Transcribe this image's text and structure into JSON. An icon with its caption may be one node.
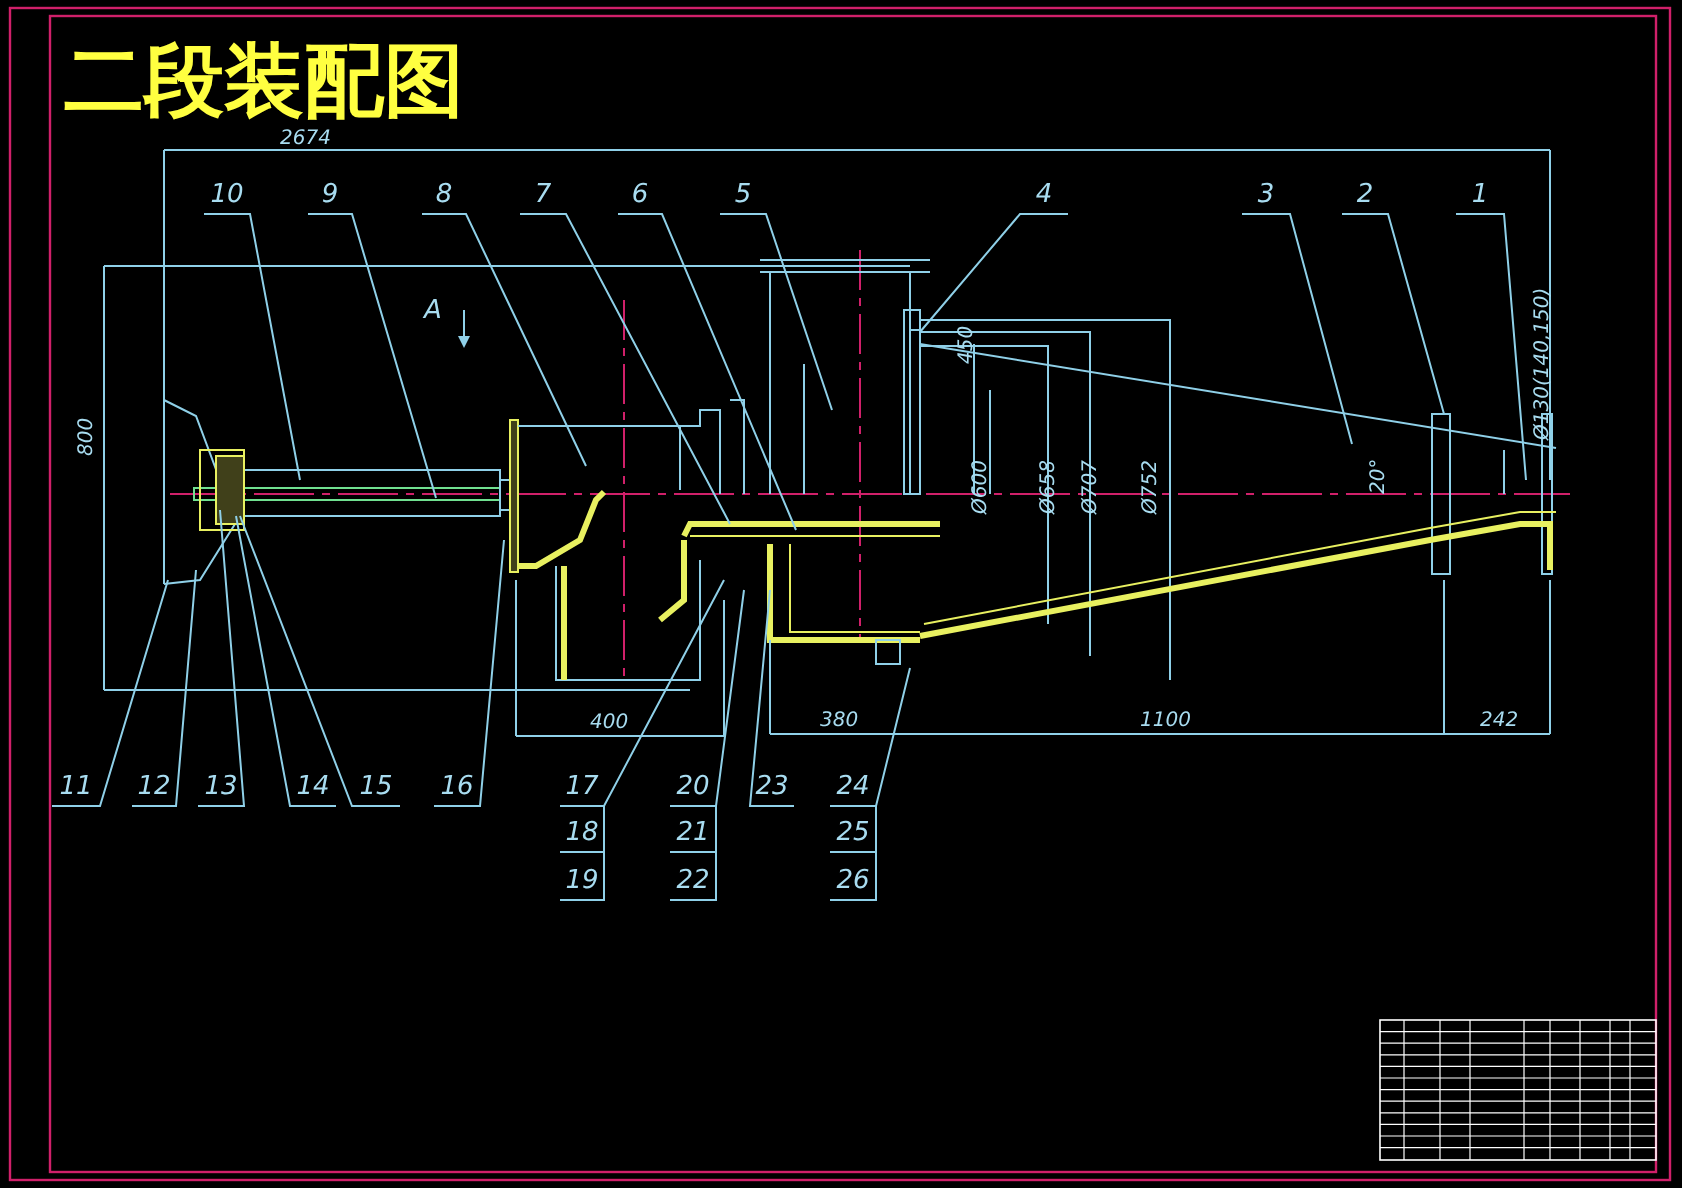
{
  "diagram": {
    "title": "二段装配图",
    "nodes": [
      {
        "text": [
          "1"
        ]
      },
      {
        "text": [
          "2"
        ]
      },
      {
        "text": [
          "3"
        ]
      },
      {
        "text": [
          "4"
        ]
      },
      {
        "text": [
          "5"
        ]
      },
      {
        "text": [
          "6"
        ]
      },
      {
        "text": [
          "7"
        ]
      },
      {
        "text": [
          "8"
        ]
      },
      {
        "text": [
          "9"
        ]
      },
      {
        "text": [
          "10"
        ]
      },
      {
        "text": [
          "11"
        ]
      },
      {
        "text": [
          "12"
        ]
      },
      {
        "text": [
          "13"
        ]
      },
      {
        "text": [
          "14"
        ]
      },
      {
        "text": [
          "15"
        ]
      },
      {
        "text": [
          "16"
        ]
      },
      {
        "text": [
          "17"
        ]
      },
      {
        "text": [
          "18"
        ]
      },
      {
        "text": [
          "19"
        ]
      },
      {
        "text": [
          "20"
        ]
      },
      {
        "text": [
          "21"
        ]
      },
      {
        "text": [
          "22"
        ]
      },
      {
        "text": [
          "23"
        ]
      },
      {
        "text": [
          "24"
        ]
      },
      {
        "text": [
          "25"
        ]
      },
      {
        "text": [
          "26"
        ]
      }
    ],
    "edges": [
      {
        "from": 0,
        "to": null,
        "arrow": "none"
      },
      {
        "from": 1,
        "to": null,
        "arrow": "none"
      },
      {
        "from": 2,
        "to": null,
        "arrow": "none"
      },
      {
        "from": 3,
        "to": null,
        "arrow": "none"
      },
      {
        "from": 4,
        "to": null,
        "arrow": "none"
      },
      {
        "from": 5,
        "to": null,
        "arrow": "none"
      },
      {
        "from": 6,
        "to": null,
        "arrow": "none"
      },
      {
        "from": 7,
        "to": null,
        "arrow": "none"
      },
      {
        "from": 8,
        "to": null,
        "arrow": "none"
      },
      {
        "from": 9,
        "to": null,
        "arrow": "none"
      },
      {
        "from": 10,
        "to": null,
        "arrow": "none"
      },
      {
        "from": 11,
        "to": null,
        "arrow": "none"
      },
      {
        "from": 12,
        "to": null,
        "arrow": "none"
      },
      {
        "from": 13,
        "to": null,
        "arrow": "none"
      },
      {
        "from": 14,
        "to": null,
        "arrow": "none"
      },
      {
        "from": 15,
        "to": null,
        "arrow": "none"
      },
      {
        "from": 16,
        "to": null,
        "arrow": "none"
      },
      {
        "from": 17,
        "to": null,
        "arrow": "none"
      },
      {
        "from": 18,
        "to": null,
        "arrow": "none"
      },
      {
        "from": 19,
        "to": null,
        "arrow": "none"
      },
      {
        "from": 20,
        "to": null,
        "arrow": "none"
      },
      {
        "from": 21,
        "to": null,
        "arrow": "none"
      },
      {
        "from": 22,
        "to": null,
        "arrow": "none"
      },
      {
        "from": 23,
        "to": null,
        "arrow": "none"
      },
      {
        "from": 24,
        "to": null,
        "arrow": "none"
      },
      {
        "from": 25,
        "to": null,
        "arrow": "none"
      }
    ],
    "labels": [
      "2674",
      "800",
      "A",
      "450",
      "Ø600",
      "Ø658",
      "Ø707",
      "Ø752",
      "20°",
      "Ø130(140,150)",
      "400",
      "380",
      "1100",
      "242"
    ]
  }
}
